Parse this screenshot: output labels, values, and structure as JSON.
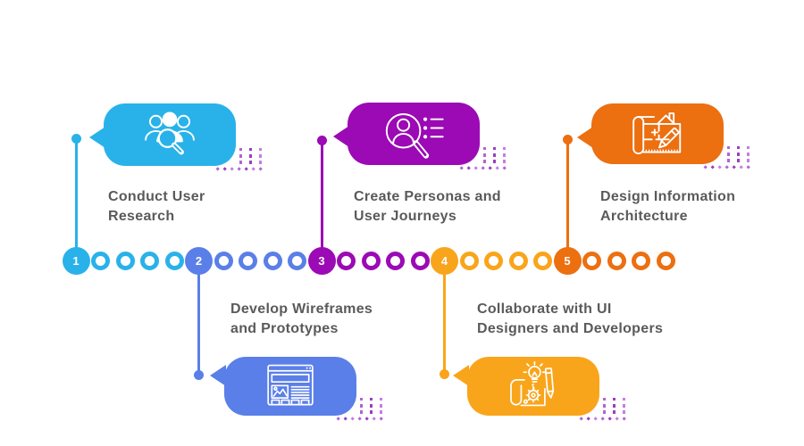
{
  "background": "#ffffff",
  "label_color": "#5a5a5a",
  "steps": [
    {
      "number": "1",
      "label_line1": "Conduct User",
      "label_line2": "Research",
      "color": "#29b2e9",
      "icon": "user-research-icon",
      "bubble_position": "top"
    },
    {
      "number": "2",
      "label_line1": "Develop Wireframes",
      "label_line2": "and Prototypes",
      "color": "#5b7fe8",
      "icon": "wireframe-icon",
      "bubble_position": "bottom"
    },
    {
      "number": "3",
      "label_line1": "Create Personas and",
      "label_line2": "User Journeys",
      "color": "#9b0ab4",
      "icon": "personas-icon",
      "bubble_position": "top"
    },
    {
      "number": "4",
      "label_line1": "Collaborate with UI",
      "label_line2": "Designers and Developers",
      "color": "#f9a51b",
      "icon": "collaborate-icon",
      "bubble_position": "bottom"
    },
    {
      "number": "5",
      "label_line1": "Design Information",
      "label_line2": "Architecture",
      "color": "#ec6f10",
      "icon": "blueprint-icon",
      "bubble_position": "top"
    }
  ],
  "decor": {
    "dot_colors": [
      "#b264d2",
      "#9a3fc0",
      "#c77de2"
    ]
  }
}
